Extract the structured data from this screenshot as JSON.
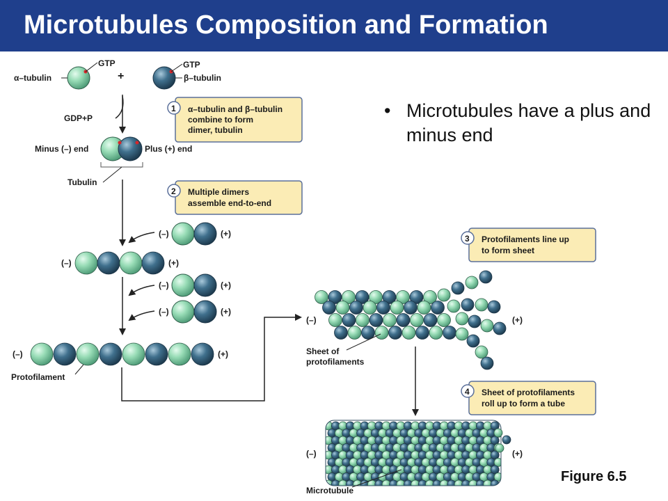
{
  "slide": {
    "title": "Microtubules Composition and Formation",
    "bullet": "Microtubules have a plus and minus end",
    "figure_label": "Figure 6.5"
  },
  "colors": {
    "title_bar": "#1f3f8c",
    "alpha_tubulin": "#8fd9b0",
    "beta_tubulin": "#3a6a88",
    "callout_fill": "#fbecb5",
    "callout_border": "#5a6f9a"
  },
  "diagram": {
    "labels": {
      "gtp_alpha": "GTP",
      "gtp_beta": "GTP",
      "alpha": "α–tubulin",
      "beta": "β–tubulin",
      "plus_sign": "+",
      "gdp": "GDP+P",
      "minus_end": "Minus (–) end",
      "plus_end": "Plus (+) end",
      "tubulin": "Tubulin",
      "protofilament": "Protofilament",
      "sheet_line1": "Sheet of",
      "sheet_line2": "protofilaments",
      "microtubule": "Microtubule",
      "minus": "(–)",
      "plus": "(+)"
    },
    "steps": [
      {
        "num": "1",
        "lines": [
          "α–tubulin and β–tubulin",
          "combine to form",
          "dimer, tubulin"
        ]
      },
      {
        "num": "2",
        "lines": [
          "Multiple dimers",
          "assemble end-to-end"
        ]
      },
      {
        "num": "3",
        "lines": [
          "Protofilaments line up",
          "to form sheet"
        ]
      },
      {
        "num": "4",
        "lines": [
          "Sheet of protofilaments",
          "roll up to form a tube"
        ]
      }
    ]
  }
}
